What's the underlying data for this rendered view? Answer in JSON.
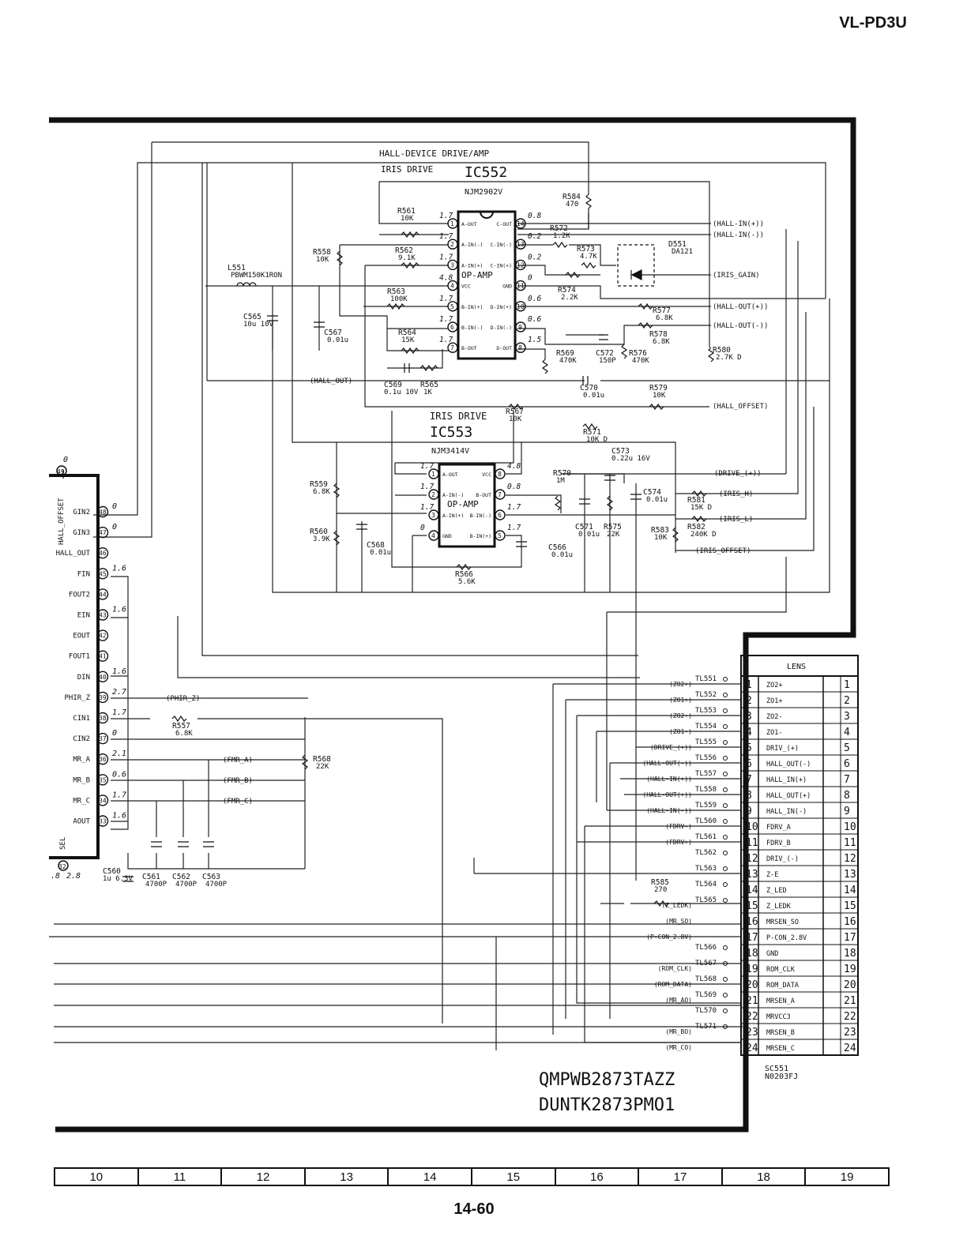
{
  "header": {
    "model": "VL-PD3U"
  },
  "footer": {
    "page": "14-60"
  },
  "grid_columns": [
    "10",
    "11",
    "12",
    "13",
    "14",
    "15",
    "16",
    "17",
    "18",
    "19"
  ],
  "board": {
    "part1": "QMPWB2873TAZZ",
    "part2": "DUNTK2873PMO1"
  },
  "section_title": "HALL-DEVICE DRIVE/AMP",
  "ic552": {
    "func": "IRIS DRIVE",
    "ref": "IC552",
    "part": "NJM2902V",
    "label": "OP-AMP",
    "pins": [
      {
        "n": "1",
        "name": "A-OUT",
        "v": "1.7"
      },
      {
        "n": "2",
        "name": "A-IN(-)",
        "v": "1.7"
      },
      {
        "n": "3",
        "name": "A-IN(+)",
        "v": "1.7"
      },
      {
        "n": "4",
        "name": "VCC",
        "v": "4.8"
      },
      {
        "n": "5",
        "name": "B-IN(+)",
        "v": "1.7"
      },
      {
        "n": "6",
        "name": "B-IN(-)",
        "v": "1.7"
      },
      {
        "n": "7",
        "name": "B-OUT",
        "v": "1.7"
      },
      {
        "n": "14",
        "name": "C-OUT",
        "v": "0.8"
      },
      {
        "n": "13",
        "name": "C-IN(-)",
        "v": "0.2"
      },
      {
        "n": "12",
        "name": "C-IN(+)",
        "v": "0.2"
      },
      {
        "n": "11",
        "name": "GND",
        "v": "0"
      },
      {
        "n": "10",
        "name": "D-IN(+)",
        "v": "0.6"
      },
      {
        "n": "9",
        "name": "D-IN(-)",
        "v": "0.6"
      },
      {
        "n": "8",
        "name": "D-OUT",
        "v": "1.5"
      }
    ]
  },
  "ic553": {
    "func": "IRIS DRIVE",
    "ref": "IC553",
    "part": "NJM3414V",
    "label": "OP-AMP",
    "pins": [
      {
        "n": "1",
        "name": "A-OUT",
        "v": "1.7"
      },
      {
        "n": "2",
        "name": "A-IN(-)",
        "v": "1.7"
      },
      {
        "n": "3",
        "name": "A-IN(+)",
        "v": "1.7"
      },
      {
        "n": "4",
        "name": "GND",
        "v": "0"
      },
      {
        "n": "8",
        "name": "VCC",
        "v": "4.8"
      },
      {
        "n": "7",
        "name": "B-OUT",
        "v": "0.8"
      },
      {
        "n": "6",
        "name": "B-IN(-)",
        "v": "1.7"
      },
      {
        "n": "5",
        "name": "B-IN(+)",
        "v": "1.7"
      }
    ]
  },
  "components": [
    {
      "id": "R561",
      "value": "10K"
    },
    {
      "id": "R558",
      "value": "10K"
    },
    {
      "id": "R562",
      "value": "9.1K"
    },
    {
      "id": "R563",
      "value": "100K"
    },
    {
      "id": "R564",
      "value": "15K"
    },
    {
      "id": "R565",
      "value": "1K"
    },
    {
      "id": "C569",
      "value": "0.1u 10V"
    },
    {
      "id": "L551",
      "value": "PBWM150K1RON"
    },
    {
      "id": "C565",
      "value": "10u 10V"
    },
    {
      "id": "C567",
      "value": "0.01u"
    },
    {
      "id": "R584",
      "value": "470"
    },
    {
      "id": "R572",
      "value": "1.2K"
    },
    {
      "id": "R573",
      "value": "4.7K"
    },
    {
      "id": "R574",
      "value": "2.2K"
    },
    {
      "id": "D551",
      "value": "DA121"
    },
    {
      "id": "R577",
      "value": "6.8K"
    },
    {
      "id": "R578",
      "value": "6.8K"
    },
    {
      "id": "R569",
      "value": "470K"
    },
    {
      "id": "C572",
      "value": "150P"
    },
    {
      "id": "R576",
      "value": "470K"
    },
    {
      "id": "R580",
      "value": "2.7K D"
    },
    {
      "id": "C570",
      "value": "0.01u"
    },
    {
      "id": "R579",
      "value": "10K"
    },
    {
      "id": "R567",
      "value": "10K"
    },
    {
      "id": "R571",
      "value": "10K D"
    },
    {
      "id": "R559",
      "value": "6.8K"
    },
    {
      "id": "R560",
      "value": "3.9K"
    },
    {
      "id": "C568",
      "value": "0.01u"
    },
    {
      "id": "R566",
      "value": "5.6K"
    },
    {
      "id": "C566",
      "value": "0.01u"
    },
    {
      "id": "R570",
      "value": "1M"
    },
    {
      "id": "C573",
      "value": "0.22u 16V"
    },
    {
      "id": "C574",
      "value": "0.01u"
    },
    {
      "id": "C571",
      "value": "0.01u"
    },
    {
      "id": "R575",
      "value": "22K"
    },
    {
      "id": "R581",
      "value": "15K D"
    },
    {
      "id": "R583",
      "value": "10K"
    },
    {
      "id": "R582",
      "value": "240K D"
    },
    {
      "id": "R557",
      "value": "6.8K"
    },
    {
      "id": "R568",
      "value": "22K"
    },
    {
      "id": "C560",
      "value": "1u 6.3V"
    },
    {
      "id": "C561",
      "value": "4700P"
    },
    {
      "id": "C562",
      "value": "4700P"
    },
    {
      "id": "C563",
      "value": "4700P"
    },
    {
      "id": "R585",
      "value": "270"
    }
  ],
  "ic_left": {
    "top_pin": {
      "n": "49",
      "v": "0"
    },
    "bottom_pin": {
      "n": "32",
      "v": "2.8"
    },
    "label_hall_offset": "HALL_OFFSET",
    "label_sel": "SEL",
    "pins": [
      {
        "n": "48",
        "name": "GIN2",
        "v": "0"
      },
      {
        "n": "47",
        "name": "GIN3",
        "v": "0"
      },
      {
        "n": "46",
        "name": "HALL_OUT",
        "v": ""
      },
      {
        "n": "45",
        "name": "FIN",
        "v": "1.6"
      },
      {
        "n": "44",
        "name": "FOUT2",
        "v": ""
      },
      {
        "n": "43",
        "name": "EIN",
        "v": "1.6"
      },
      {
        "n": "42",
        "name": "EOUT",
        "v": ""
      },
      {
        "n": "41",
        "name": "FOUT1",
        "v": ""
      },
      {
        "n": "40",
        "name": "DIN",
        "v": "1.6"
      },
      {
        "n": "39",
        "name": "PHIR_Z",
        "v": "2.7"
      },
      {
        "n": "38",
        "name": "CIN1",
        "v": "1.7"
      },
      {
        "n": "37",
        "name": "CIN2",
        "v": "0"
      },
      {
        "n": "36",
        "name": "MR_A",
        "v": "2.1"
      },
      {
        "n": "35",
        "name": "MR_B",
        "v": "0.6"
      },
      {
        "n": "34",
        "name": "MR_C",
        "v": "1.7"
      },
      {
        "n": "33",
        "name": "AOUT",
        "v": "1.6"
      }
    ],
    "left_extra_v": ".8"
  },
  "net_labels": {
    "hall_out": "(HALL_OUT)",
    "hall_in_p": "(HALL-IN(+))",
    "hall_in_n": "(HALL-IN(-))",
    "iris_gain": "(IRIS_GAIN)",
    "hall_outp": "(HALL-OUT(+))",
    "hall_outn": "(HALL-OUT(-))",
    "hall_offset": "(HALL_OFFSET)",
    "drive_p": "(DRIVE_(+))",
    "iris_h": "(IRIS_H)",
    "iris_l": "(IRIS_L)",
    "iris_offset": "(IRIS_OFFSET)",
    "phir_z": "(PHIR_Z)",
    "fmr_a": "(FMR_A)",
    "fmr_b": "(FMR_B)",
    "fmr_c": "(FMR_C)"
  },
  "connector": {
    "title": "LENS",
    "ref": "SC551",
    "part": "N0203FJ",
    "rows": [
      {
        "n": "1",
        "tl": "TL551",
        "net": "(ZO2+)",
        "sig": "ZO2+"
      },
      {
        "n": "2",
        "tl": "TL552",
        "net": "(ZO1+)",
        "sig": "ZO1+"
      },
      {
        "n": "3",
        "tl": "TL553",
        "net": "(ZO2-)",
        "sig": "ZO2-"
      },
      {
        "n": "4",
        "tl": "TL554",
        "net": "(ZO1-)",
        "sig": "ZO1-"
      },
      {
        "n": "5",
        "tl": "TL555",
        "net": "(DRIVE_(+))",
        "sig": "DRIV_(+)"
      },
      {
        "n": "6",
        "tl": "TL556",
        "net": "(HALL-OUT(-))",
        "sig": "HALL_OUT(-)"
      },
      {
        "n": "7",
        "tl": "TL557",
        "net": "(HALL-IN(+))",
        "sig": "HALL_IN(+)"
      },
      {
        "n": "8",
        "tl": "TL558",
        "net": "(HALL-OUT(+))",
        "sig": "HALL_OUT(+)"
      },
      {
        "n": "9",
        "tl": "TL559",
        "net": "(HALL-IN(-))",
        "sig": "HALL_IN(-)"
      },
      {
        "n": "10",
        "tl": "TL560",
        "net": "(FDRV-)",
        "sig": "FDRV_A"
      },
      {
        "n": "11",
        "tl": "TL561",
        "net": "(FDRV+)",
        "sig": "FDRV_B"
      },
      {
        "n": "12",
        "tl": "TL562",
        "net": "",
        "sig": "DRIV_(-)"
      },
      {
        "n": "13",
        "tl": "TL563",
        "net": "",
        "sig": "Z-E"
      },
      {
        "n": "14",
        "tl": "TL564",
        "net": "",
        "sig": "Z_LED"
      },
      {
        "n": "15",
        "tl": "TL565",
        "net": "(Z_LEDK)",
        "sig": "Z_LEDK"
      },
      {
        "n": "16",
        "tl": "",
        "net": "(MR_SO)",
        "sig": "MRSEN_SO"
      },
      {
        "n": "17",
        "tl": "",
        "net": "(P-CON_2.8V)",
        "sig": "P-CON_2.8V"
      },
      {
        "n": "18",
        "tl": "TL566",
        "net": "",
        "sig": "GND"
      },
      {
        "n": "19",
        "tl": "TL567",
        "net": "(ROM_CLK)",
        "sig": "ROM_CLK"
      },
      {
        "n": "20",
        "tl": "TL568",
        "net": "(ROM_DATA)",
        "sig": "ROM_DATA"
      },
      {
        "n": "21",
        "tl": "TL569",
        "net": "(MR_AO)",
        "sig": "MRSEN_A"
      },
      {
        "n": "22",
        "tl": "TL570",
        "net": "",
        "sig": "MRVCC3"
      },
      {
        "n": "23",
        "tl": "TL571",
        "net": "(MR_BO)",
        "sig": "MRSEN_B"
      },
      {
        "n": "24",
        "tl": "",
        "net": "(MR_CO)",
        "sig": "MRSEN_C"
      }
    ]
  }
}
